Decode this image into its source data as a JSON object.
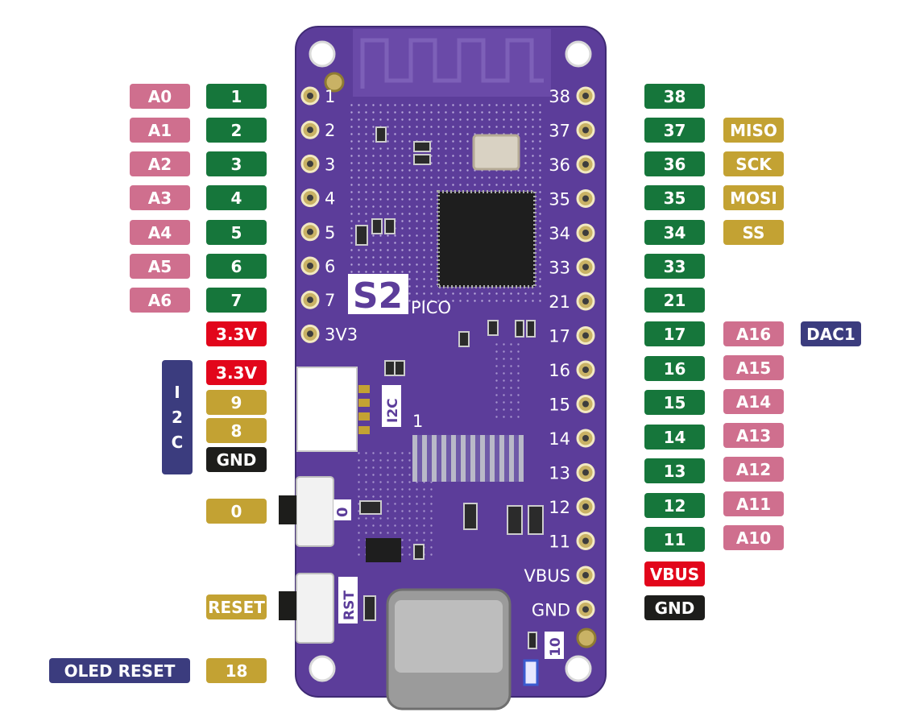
{
  "colors": {
    "pink": "#cf6f8e",
    "green": "#16763b",
    "red": "#e2061b",
    "gold": "#c3a233",
    "black": "#1d1d1b",
    "navy": "#3b3c7e",
    "board": "#5c3d9a"
  },
  "left_labels": [
    {
      "text": "A0",
      "color": "pink"
    },
    {
      "text": "1",
      "color": "green"
    },
    {
      "text": "A1",
      "color": "pink"
    },
    {
      "text": "2",
      "color": "green"
    },
    {
      "text": "A2",
      "color": "pink"
    },
    {
      "text": "3",
      "color": "green"
    },
    {
      "text": "A3",
      "color": "pink"
    },
    {
      "text": "4",
      "color": "green"
    },
    {
      "text": "A4",
      "color": "pink"
    },
    {
      "text": "5",
      "color": "green"
    },
    {
      "text": "A5",
      "color": "pink"
    },
    {
      "text": "6",
      "color": "green"
    },
    {
      "text": "A6",
      "color": "pink"
    },
    {
      "text": "7",
      "color": "green"
    },
    {
      "text": "3.3V",
      "color": "red"
    },
    {
      "text": "3.3V",
      "color": "red"
    },
    {
      "text": "9",
      "color": "gold"
    },
    {
      "text": "8",
      "color": "gold"
    },
    {
      "text": "GND",
      "color": "black"
    },
    {
      "text": "0",
      "color": "gold"
    },
    {
      "text": "RESET",
      "color": "gold"
    },
    {
      "text": "OLED RESET",
      "color": "navy"
    },
    {
      "text": "18",
      "color": "gold"
    }
  ],
  "i2c_group": {
    "letters": [
      "I",
      "2",
      "C"
    ],
    "color": "navy"
  },
  "right_labels": [
    {
      "text": "38",
      "color": "green"
    },
    {
      "text": "37",
      "color": "green"
    },
    {
      "text": "MISO",
      "color": "gold"
    },
    {
      "text": "36",
      "color": "green"
    },
    {
      "text": "SCK",
      "color": "gold"
    },
    {
      "text": "35",
      "color": "green"
    },
    {
      "text": "MOSI",
      "color": "gold"
    },
    {
      "text": "34",
      "color": "green"
    },
    {
      "text": "SS",
      "color": "gold"
    },
    {
      "text": "33",
      "color": "green"
    },
    {
      "text": "21",
      "color": "green"
    },
    {
      "text": "17",
      "color": "green"
    },
    {
      "text": "A16",
      "color": "pink"
    },
    {
      "text": "DAC1",
      "color": "navy"
    },
    {
      "text": "16",
      "color": "green"
    },
    {
      "text": "A15",
      "color": "pink"
    },
    {
      "text": "15",
      "color": "green"
    },
    {
      "text": "A14",
      "color": "pink"
    },
    {
      "text": "14",
      "color": "green"
    },
    {
      "text": "A13",
      "color": "pink"
    },
    {
      "text": "13",
      "color": "green"
    },
    {
      "text": "A12",
      "color": "pink"
    },
    {
      "text": "12",
      "color": "green"
    },
    {
      "text": "A11",
      "color": "pink"
    },
    {
      "text": "11",
      "color": "green"
    },
    {
      "text": "A10",
      "color": "pink"
    },
    {
      "text": "VBUS",
      "color": "red"
    },
    {
      "text": "GND",
      "color": "black"
    }
  ],
  "board": {
    "left_pins": [
      "1",
      "2",
      "3",
      "4",
      "5",
      "6",
      "7",
      "3V3"
    ],
    "right_pins": [
      "38",
      "37",
      "36",
      "35",
      "34",
      "33",
      "21",
      "17",
      "16",
      "15",
      "14",
      "13",
      "12",
      "11",
      "VBUS",
      "GND"
    ],
    "logo_s2": "S2",
    "logo_pico": "PICO",
    "i2c_silk": "I2C",
    "pin1_mark": "1",
    "boot_silk": "0",
    "rst_silk": "RST",
    "ten_silk": "10"
  }
}
